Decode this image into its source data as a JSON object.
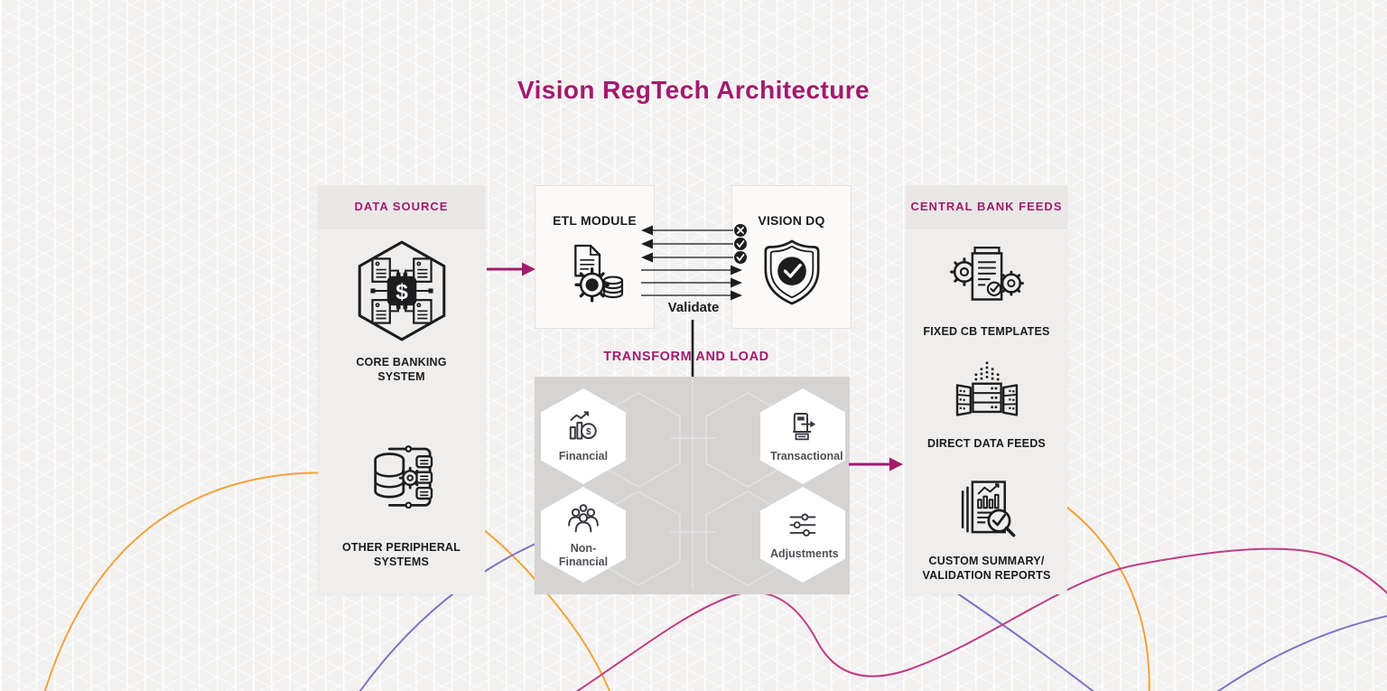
{
  "title": "Vision RegTech Architecture",
  "colors": {
    "accent": "#A21A6E",
    "ink": "#1B1B1F",
    "panel_bg": "#EFEEED",
    "panel_header_bg": "#E9E8E7",
    "transform_box_bg": "#D5D4D3",
    "curve_orange": "#F2A23B",
    "curve_purple": "#8071C6",
    "curve_magenta": "#C13C86"
  },
  "panels": {
    "data_source": {
      "header": "DATA SOURCE",
      "items": [
        {
          "label": "CORE BANKING SYSTEM",
          "icon": "core-banking-icon"
        },
        {
          "label": "OTHER PERIPHERAL SYSTEMS",
          "icon": "peripheral-systems-icon"
        }
      ]
    },
    "central_bank_feeds": {
      "header": "CENTRAL BANK FEEDS",
      "items": [
        {
          "label": "FIXED CB TEMPLATES",
          "icon": "fixed-cb-templates-icon"
        },
        {
          "label": "DIRECT DATA FEEDS",
          "icon": "direct-data-feeds-icon"
        },
        {
          "label": "CUSTOM SUMMARY/ VALIDATION REPORTS",
          "icon": "custom-summary-validation-reports-icon"
        }
      ]
    }
  },
  "modules": {
    "etl": {
      "label": "ETL MODULE",
      "icon": "etl-module-icon"
    },
    "vision_dq": {
      "label": "VISION DQ",
      "icon": "shield-check-icon"
    }
  },
  "flow": {
    "validate_label": "Validate",
    "transform_and_load_label": "TRANSFORM AND LOAD",
    "exchange_arrows": {
      "to_etl_count": 3,
      "to_vision_dq_count": 3,
      "status_icons": [
        "cross-circle",
        "check-circle",
        "check-circle"
      ]
    }
  },
  "transform_box": {
    "hexagons": [
      {
        "label": "Financial",
        "icon": "financial-icon"
      },
      {
        "label": "Transactional",
        "icon": "transactional-icon"
      },
      {
        "label": "Non-Financial",
        "icon": "non-financial-icon"
      },
      {
        "label": "Adjustments",
        "icon": "adjustments-icon"
      }
    ]
  }
}
